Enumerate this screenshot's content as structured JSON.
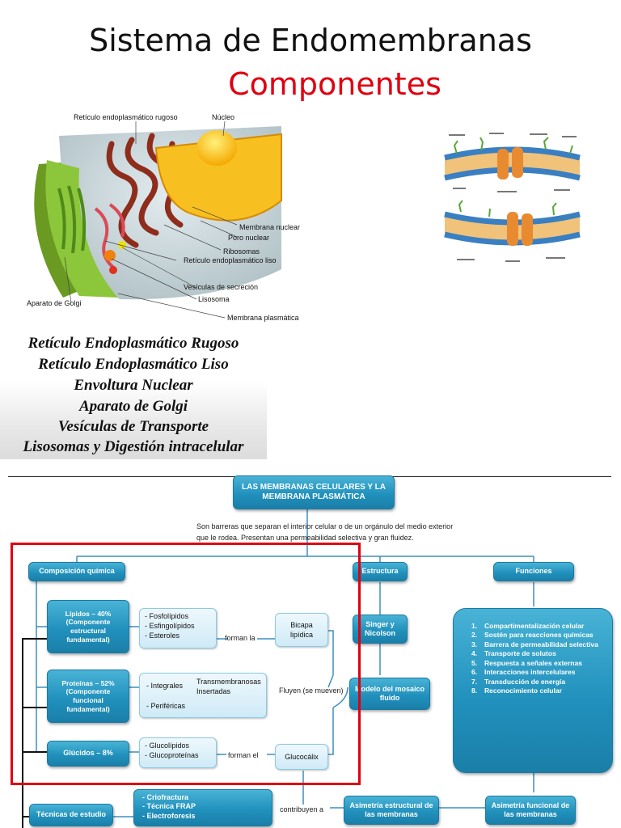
{
  "title": "Sistema de Endomembranas",
  "subtitle": "Componentes",
  "cell_labels": {
    "rer": "Retículo endoplasmático rugoso",
    "nucleo": "Núcleo",
    "membrana_nuclear": "Membrana nuclear",
    "poro_nuclear": "Poro nuclear",
    "ribosomas": "Ribosomas",
    "rel": "Retículo endoplasmático liso",
    "golgi": "Aparato de Golgi",
    "vesiculas": "Vesículas de secreción",
    "lisosoma": "Lisosoma",
    "membrana_plasmatica": "Membrana plasmática"
  },
  "component_list": [
    "Retículo Endoplasmático Rugoso",
    "Retículo Endoplasmático Liso",
    "Envoltura Nuclear",
    "Aparato de Golgi",
    "Vesículas de Transporte",
    "Lisosomas y Digestión intracelular"
  ],
  "concept_map": {
    "header": "LAS MEMBRANAS CELULARES Y LA MEMBRANA PLASMÁTICA",
    "intro": "Son barreras que separan el interior celular o de un orgánulo del medio exterior que le rodea. Presentan una permeabilidad selectiva y gran fluidez.",
    "branches": {
      "composicion": "Composición química",
      "estructura": "Estructura",
      "funciones": "Funciones"
    },
    "lipidos": "Lípidos – 40% (Componente estructural fundamental)",
    "lipidos_items": [
      "- Fosfolípidos",
      "- Esfingolípidos",
      "- Esteroles"
    ],
    "forman_la": "forman la",
    "bicapa": "Bicapa lipídica",
    "proteinas": "Proteínas – 52% (Componente funcional fundamental)",
    "proteinas_integrales": "- Integrales",
    "proteinas_perifericas": "- Periféricas",
    "transmembranosas": "Transmembranosas",
    "insertadas": "Insertadas",
    "fluyen": "Fluyen (se mueven)",
    "glucidos": "Glúcidos – 8%",
    "glucidos_items": [
      "- Glucolípidos",
      "- Glucoproteínas"
    ],
    "forman_el": "forman el",
    "glucocalix": "Glucocálix",
    "singer": "Singer y Nicolson",
    "mosaico": "Modelo del mosaico fluido",
    "funciones_list": [
      {
        "n": "1.",
        "t": "Compartimentalización celular"
      },
      {
        "n": "2.",
        "t": "Sostén para reacciones químicas"
      },
      {
        "n": "3.",
        "t": "Barrera de permeabilidad selectiva"
      },
      {
        "n": "4.",
        "t": "Transporte de solutos"
      },
      {
        "n": "5.",
        "t": "Respuesta a señales externas"
      },
      {
        "n": "6.",
        "t": "Interacciones intercelulares"
      },
      {
        "n": "7.",
        "t": "Transducción de energía"
      },
      {
        "n": "8.",
        "t": "Reconocimiento celular"
      }
    ],
    "tecnicas": "Técnicas de estudio",
    "tecnicas_items": [
      "- Criofractura",
      "- Técnica FRAP",
      "- Electroforesis"
    ],
    "contribuyen": "contribuyen a",
    "asimetria_estructural": "Asimetría estructural de las membranas",
    "asimetria_funcional": "Asimetría funcional de las membranas"
  }
}
